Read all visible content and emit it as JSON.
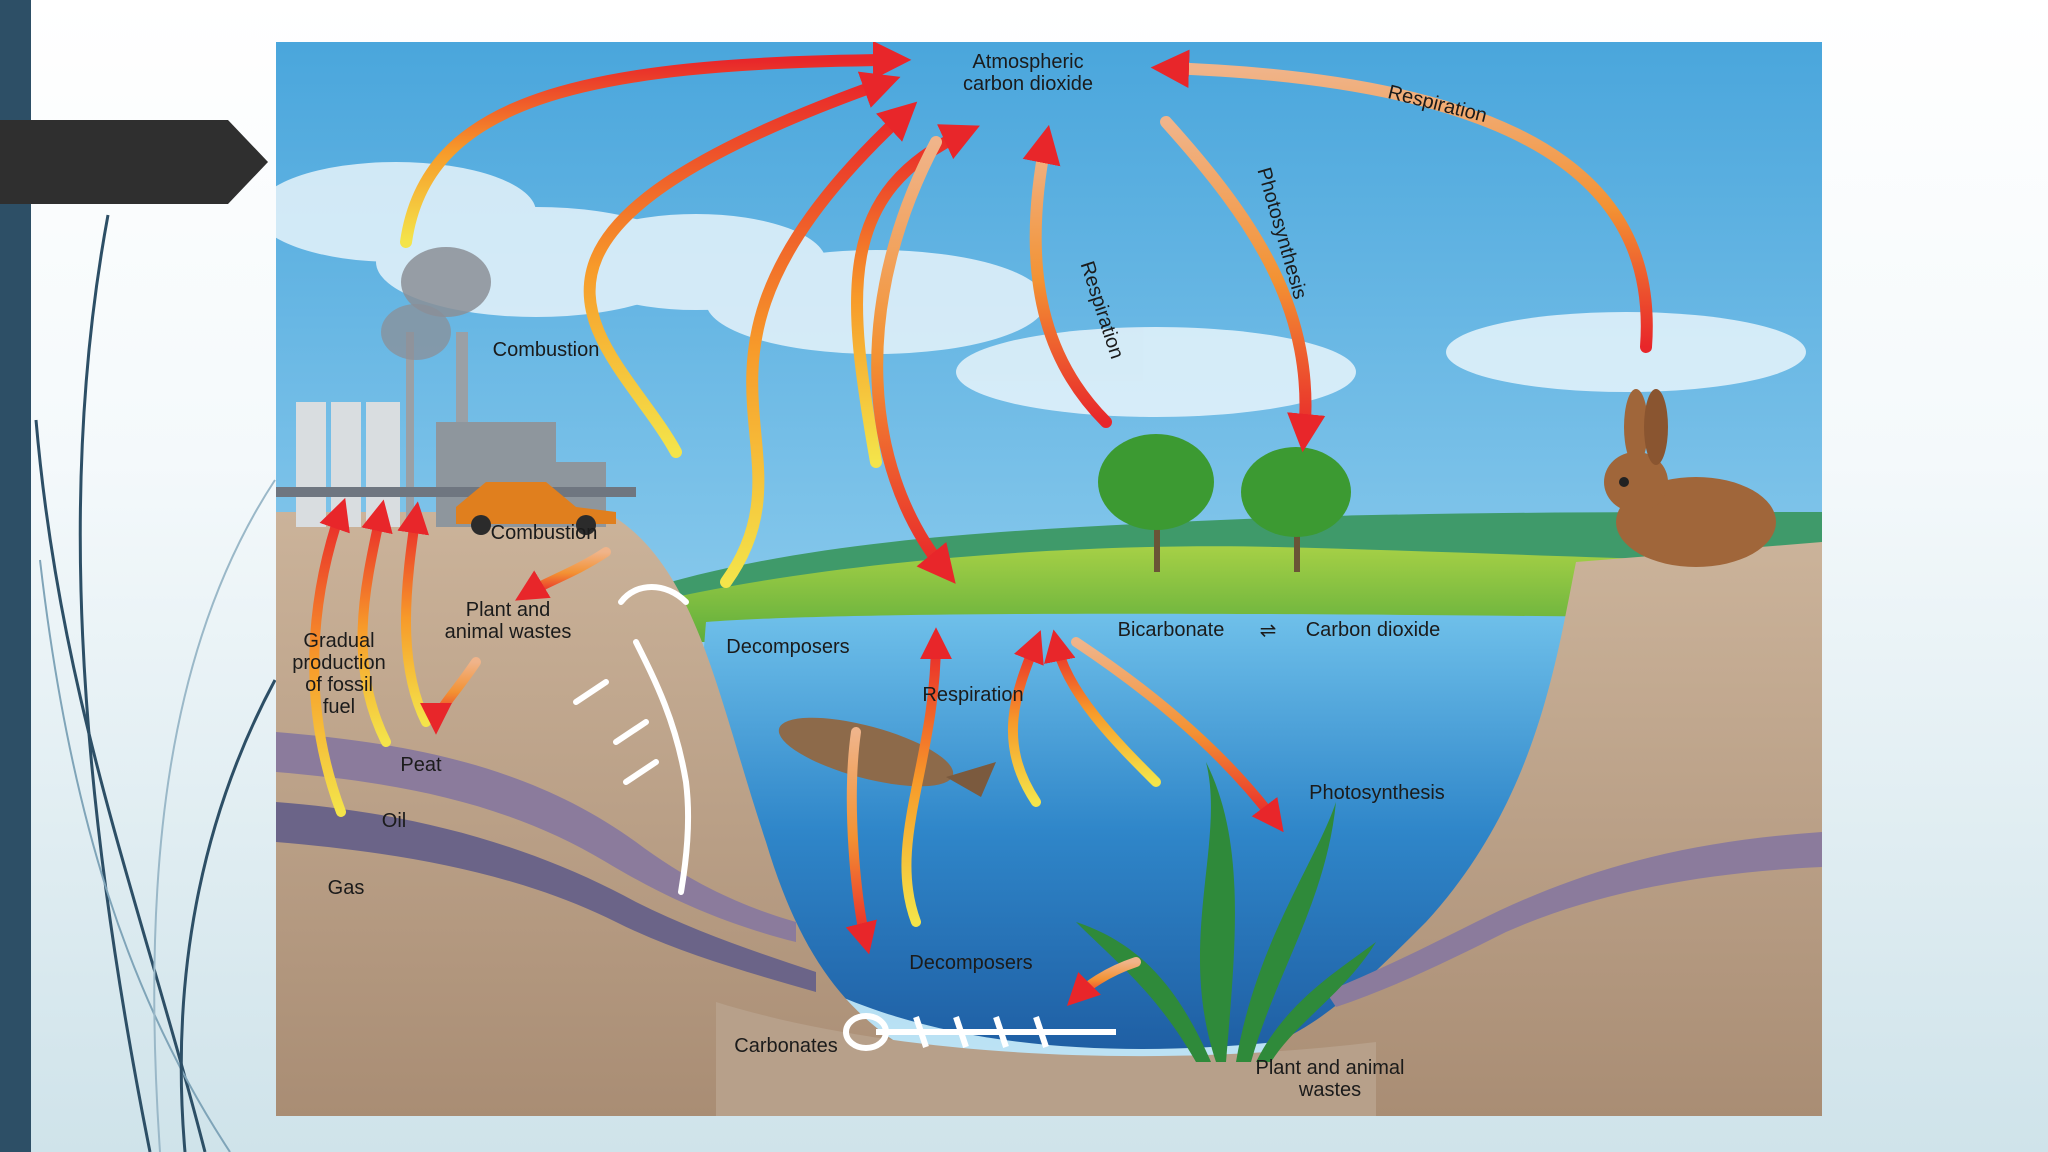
{
  "slide": {
    "accent_color": "#2d4f66",
    "tab_color": "#2f2f2f"
  },
  "diagram": {
    "labels": {
      "atmospheric_line1": "Atmospheric",
      "atmospheric_line2": "carbon dioxide",
      "respiration_top_right": "Respiration",
      "photosynthesis_top": "Photosynthesis",
      "respiration_mid": "Respiration",
      "combustion_factory": "Combustion",
      "combustion_car": "Combustion",
      "plant_animal_wastes_line1": "Plant and",
      "plant_animal_wastes_line2": "animal wastes",
      "gradual_line1": "Gradual",
      "gradual_line2": "production",
      "gradual_line3": "of fossil",
      "gradual_line4": "fuel",
      "peat": "Peat",
      "oil": "Oil",
      "gas": "Gas",
      "decomposers_land": "Decomposers",
      "bicarbonate": "Bicarbonate",
      "equilibrium": "⇌",
      "carbon_dioxide_water": "Carbon dioxide",
      "respiration_water": "Respiration",
      "photosynthesis_water": "Photosynthesis",
      "decomposers_water": "Decomposers",
      "carbonates": "Carbonates",
      "plant_animal_wastes_bottom_line1": "Plant and animal",
      "plant_animal_wastes_bottom_line2": "wastes"
    }
  }
}
